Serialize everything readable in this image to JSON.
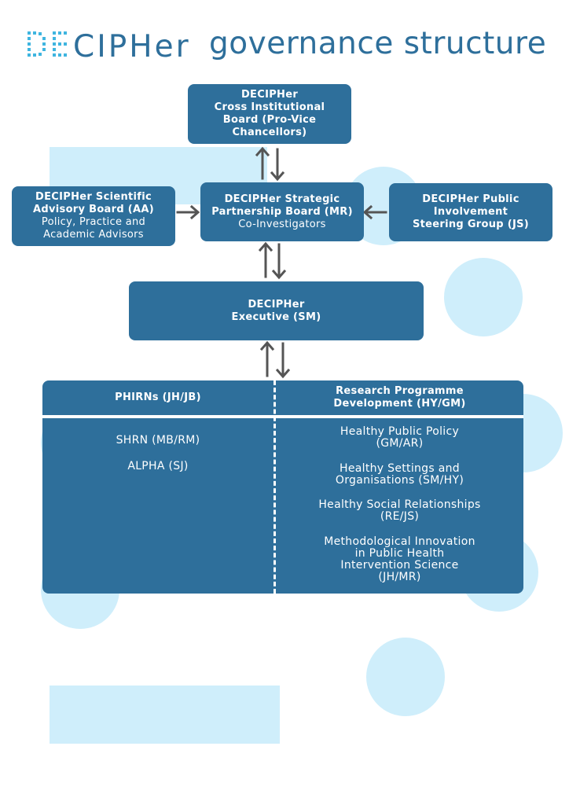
{
  "title": {
    "logo_text": "DECIPHer",
    "text": "governance structure"
  },
  "colors": {
    "box": "#2e6f9b",
    "decoration": "#cfeefb",
    "arrow": "#555555"
  },
  "boxes": {
    "board": {
      "lines": [
        "DECIPHer",
        "Cross Institutional",
        "Board (Pro-Vice",
        "Chancellors)"
      ]
    },
    "strategic": {
      "lines": [
        "DECIPHer Strategic",
        "Partnership Board (MR)"
      ],
      "sub": "Co-Investigators"
    },
    "scientific": {
      "lines": [
        "DECIPHer Scientific",
        "Advisory Board (AA)"
      ],
      "sub_lines": [
        "Policy, Practice and",
        "Academic Advisors"
      ]
    },
    "public": {
      "lines": [
        "DECIPHer Public",
        "Involvement",
        "Steering Group (JS)"
      ]
    },
    "executive": {
      "lines": [
        "DECIPHer",
        "Executive (SM)"
      ]
    }
  },
  "panel": {
    "left_header": "PHIRNs (JH/JB)",
    "right_header": [
      "Research Programme",
      "Development (HY/GM)"
    ],
    "left_items": [
      "SHRN (MB/RM)",
      "ALPHA (SJ)"
    ],
    "right_items": [
      {
        "lines": [
          "Healthy Public Policy",
          "(GM/AR)"
        ]
      },
      {
        "lines": [
          "Healthy Settings and",
          "Organisations (SM/HY)"
        ]
      },
      {
        "lines": [
          "Healthy Social Relationships",
          "(RE/JS)"
        ]
      },
      {
        "lines": [
          "Methodological Innovation",
          "in Public Health",
          "Intervention Science",
          "(JH/MR)"
        ]
      }
    ]
  }
}
